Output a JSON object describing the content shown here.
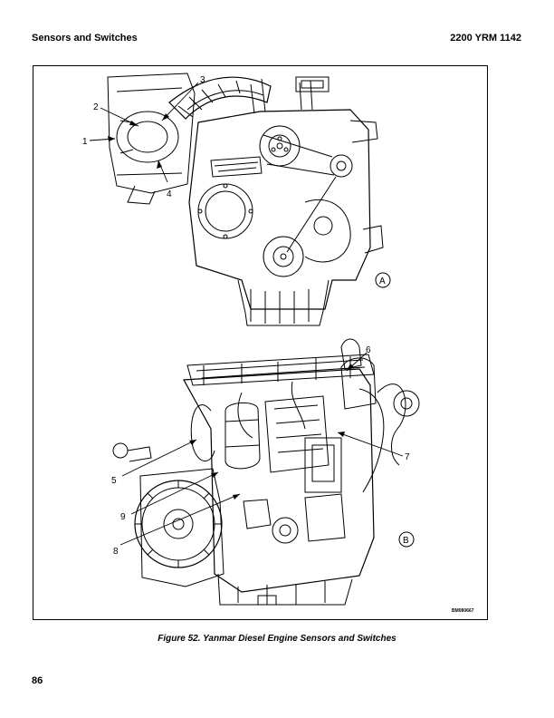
{
  "header": {
    "section_title": "Sensors and Switches",
    "doc_code": "2200 YRM 1142"
  },
  "figure": {
    "caption": "Figure 52. Yanmar Diesel Engine Sensors and Switches",
    "views": [
      {
        "label": "A",
        "callouts": [
          "1",
          "2",
          "3",
          "4"
        ]
      },
      {
        "label": "B",
        "callouts": [
          "5",
          "6",
          "7",
          "8",
          "9"
        ]
      }
    ],
    "part_id": "BM080667"
  },
  "footer": {
    "page_number": "86"
  }
}
